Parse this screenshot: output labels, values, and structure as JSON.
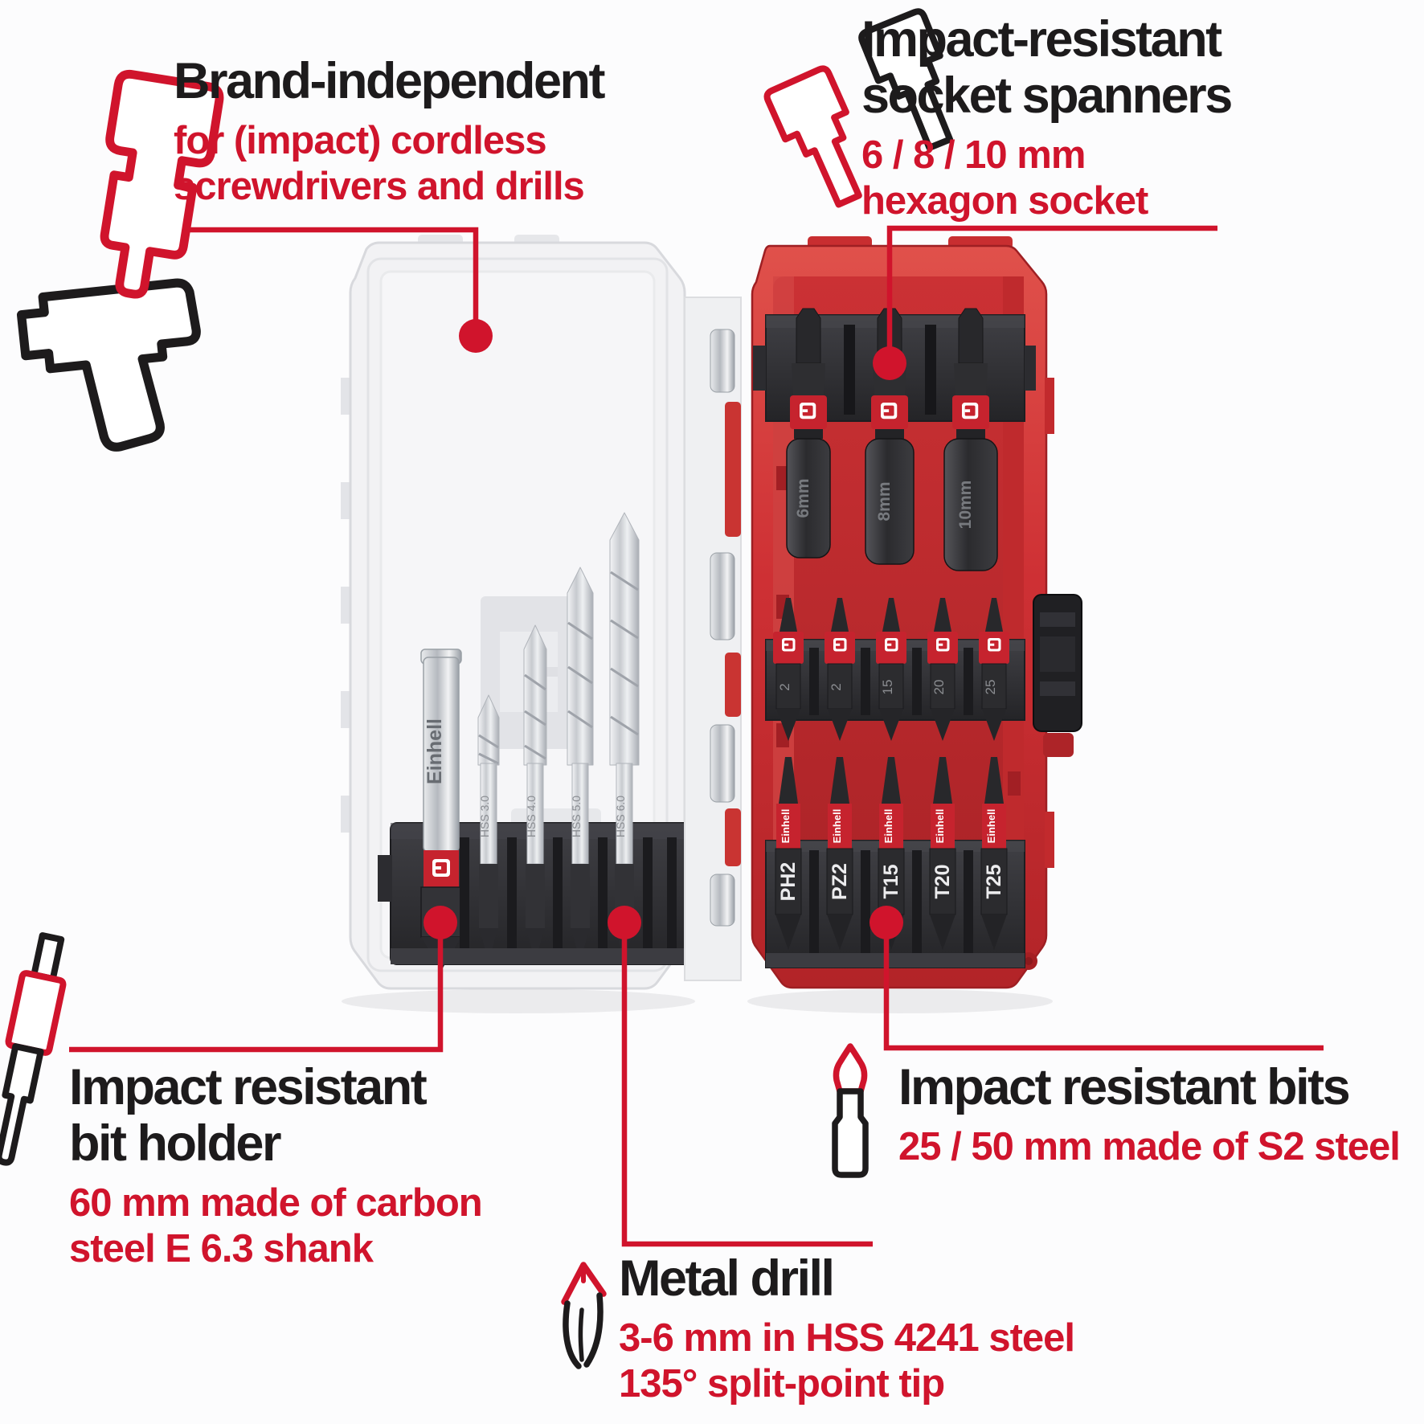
{
  "colors": {
    "accent_red": "#d0142c",
    "case_red": "#ce3034",
    "text_black": "#1d1b1c"
  },
  "callouts": {
    "brand_independent": {
      "title": "Brand-independent",
      "sub_lines": [
        "for (impact) cordless",
        "screwdrivers and drills"
      ]
    },
    "socket_spanners": {
      "title_lines": [
        "Impact-resistant",
        "socket spanners"
      ],
      "sub_lines": [
        "6 / 8 / 10 mm",
        "hexagon socket"
      ]
    },
    "bit_holder": {
      "title_lines": [
        "Impact resistant",
        "bit holder"
      ],
      "sub_lines": [
        "60 mm made of carbon",
        "steel E 6.3 shank"
      ]
    },
    "impact_bits": {
      "title": "Impact resistant bits",
      "subtitle": "25 / 50 mm made of S2 steel"
    },
    "metal_drill": {
      "title": "Metal drill",
      "sub_lines": [
        "3-6 mm in HSS 4241 steel",
        "135° split-point tip"
      ]
    }
  },
  "product": {
    "brand": "Einhell",
    "socket_sizes": [
      "6mm",
      "8mm",
      "10mm"
    ],
    "long_bit_labels": [
      "PH2",
      "PZ2",
      "T15",
      "T20",
      "T25"
    ],
    "short_bit_stamps": [
      "2",
      "2",
      "15",
      "20",
      "25"
    ],
    "drill_stamps": [
      "HSS 3.0",
      "HSS 4.0",
      "HSS 5.0",
      "HSS 6.0"
    ]
  },
  "icons": {
    "top_left": [
      "impact-driver-icon",
      "cordless-drill-icon"
    ],
    "top_right": [
      "socket-spanner-icon",
      "socket-spanner-icon"
    ],
    "bottom_left": [
      "bit-holder-icon"
    ],
    "bottom_right": [
      "impact-bit-icon"
    ],
    "bottom_middle": [
      "metal-drill-icon"
    ]
  }
}
